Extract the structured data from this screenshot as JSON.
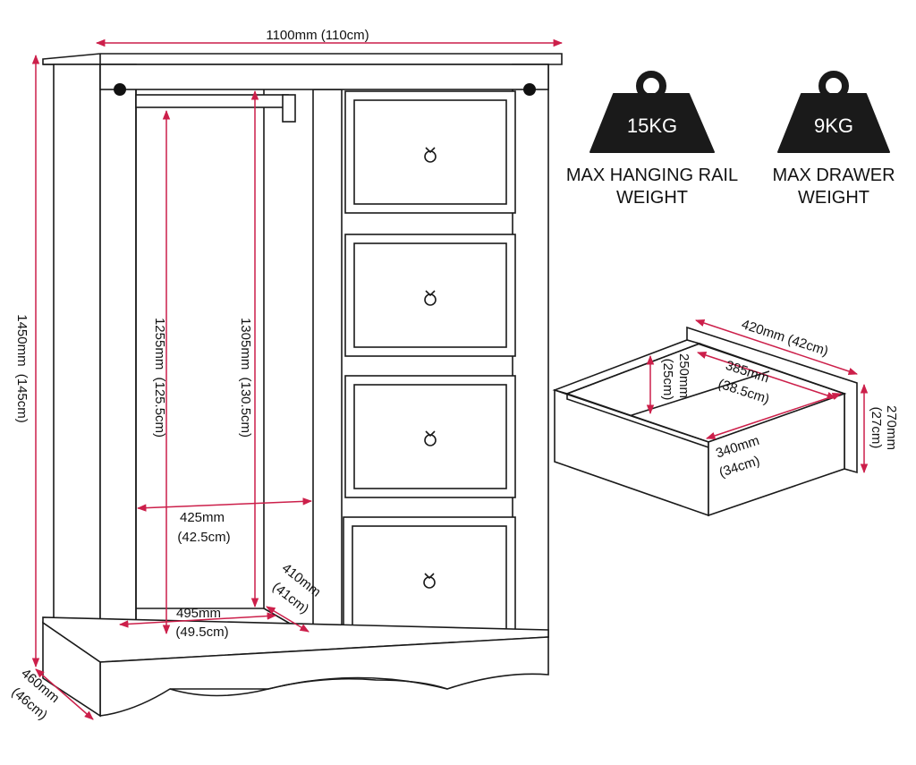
{
  "colors": {
    "line": "#1a1a1a",
    "dimension": "#cc1f4a",
    "weight_badge": "#1a1a1a"
  },
  "dimensions": {
    "overall_width": "1100mm (110cm)",
    "overall_height_mm": "1450mm",
    "overall_height_cm": "(145cm)",
    "depth_mm": "460mm",
    "depth_cm": "(46cm)",
    "rail_height_mm": "1255mm",
    "rail_height_cm": "(125.5cm)",
    "interior_height_mm": "1305mm",
    "interior_height_cm": "(130.5cm)",
    "interior_width_mm": "425mm",
    "interior_width_cm": "(42.5cm)",
    "interior_depth_mm": "495mm",
    "interior_depth_cm": "(49.5cm)",
    "interior_depth2_mm": "410mm",
    "interior_depth2_cm": "(41cm)"
  },
  "drawer": {
    "outer_depth": "420mm (42cm)",
    "inner_height_mm": "250mm",
    "inner_height_cm": "(25cm)",
    "inner_depth_mm": "385mm",
    "inner_depth_cm": "(38.5cm)",
    "inner_width_mm": "340mm",
    "inner_width_cm": "(34cm)",
    "outer_height_mm": "270mm",
    "outer_height_cm": "(27cm)"
  },
  "weights": {
    "rail": {
      "value": "15KG",
      "label_line1": "MAX HANGING RAIL",
      "label_line2": "WEIGHT",
      "icon": "weight-icon"
    },
    "drawer": {
      "value": "9KG",
      "label_line1": "MAX DRAWER",
      "label_line2": "WEIGHT",
      "icon": "weight-icon"
    }
  }
}
